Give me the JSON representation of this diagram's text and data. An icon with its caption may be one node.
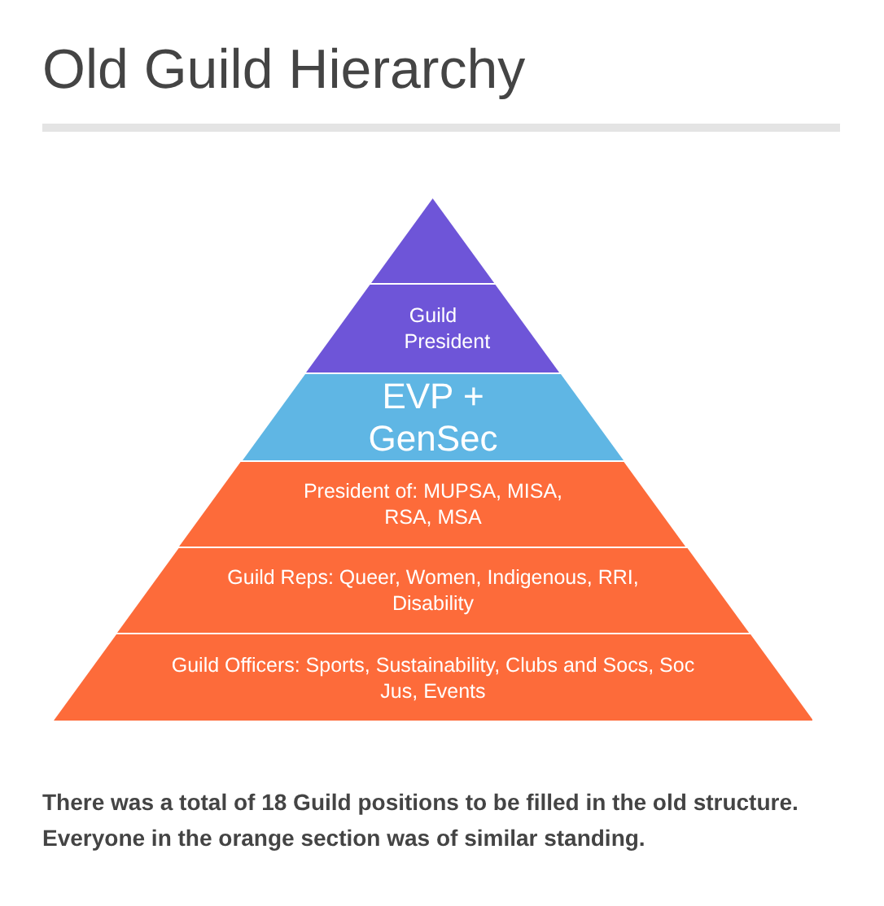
{
  "diagram": {
    "title": "Old Guild Hierarchy",
    "caption": "There was a total of 18 Guild positions to be filled in the old structure. Everyone in the orange section was of similar standing.",
    "nodes": [
      {
        "text": [],
        "shape": "triangle"
      },
      {
        "text": [
          "Guild President"
        ]
      },
      {
        "text": [
          "EVP + GenSec"
        ]
      },
      {
        "text": [
          "President of: MUPSA, MISA, RSA, MSA"
        ]
      },
      {
        "text": [
          "Guild Reps: Queer, Women, Indigenous, RRI, Disability"
        ]
      },
      {
        "text": [
          "Guild Officers: Sports, Sustainability, Clubs and Socs, Soc Jus, Events"
        ]
      }
    ],
    "edges": []
  }
}
